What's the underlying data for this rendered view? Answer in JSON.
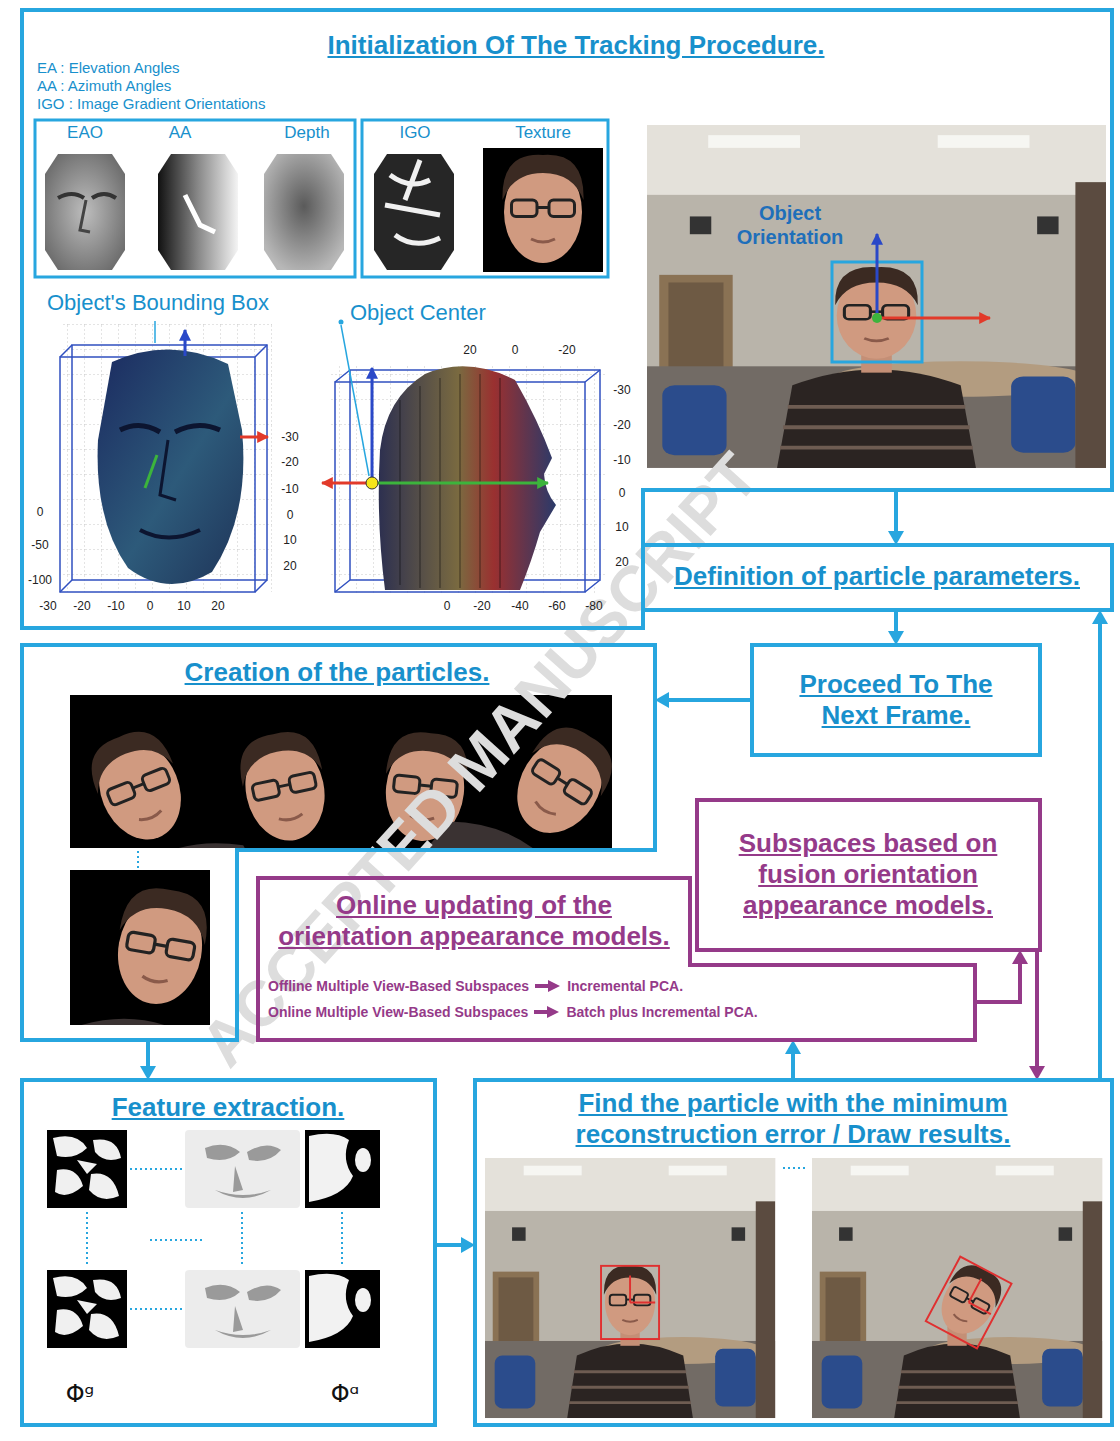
{
  "diagram": {
    "nodes": [
      {
        "text": [
          "Initialization Of The Tracking Procedure."
        ]
      },
      {
        "text": [
          "EAO",
          "AA",
          "Depth"
        ],
        "in": 0
      },
      {
        "text": [
          "IGO",
          "Texture"
        ],
        "in": 0
      },
      {
        "text": [
          "Definition of particle parameters."
        ]
      },
      {
        "text": [
          "Creation of the particles."
        ]
      },
      {
        "text": [
          "Proceed To The Next Frame."
        ]
      },
      {
        "text": [
          "Subspaces based on fusion orientation appearance models."
        ]
      },
      {
        "text": [
          "Online updating of the orientation appearance models.",
          "Offline Multiple View-Based Subspaces",
          "Incremental PCA.",
          "Online Multiple View-Based Subspaces",
          "Batch plus Incremental PCA."
        ]
      },
      {
        "text": [
          "Feature extraction.",
          "Φᵍ",
          "Φᵅ"
        ]
      },
      {
        "text": [
          "Find the particle with the minimum reconstruction error / Draw results."
        ]
      }
    ],
    "edges": [
      {
        "from": 0,
        "to": 3,
        "arrow": "to"
      },
      {
        "from": 3,
        "to": 5,
        "arrow": "to"
      },
      {
        "from": 5,
        "to": 4,
        "arrow": "to"
      },
      {
        "from": 4,
        "to": 8,
        "arrow": "to"
      },
      {
        "from": 8,
        "to": 9,
        "arrow": "to"
      },
      {
        "from": 9,
        "to": 7,
        "arrow": "to"
      },
      {
        "from": 7,
        "to": 6,
        "arrow": "to"
      },
      {
        "from": 6,
        "to": 9,
        "arrow": "to"
      },
      {
        "from": 9,
        "to": 3,
        "arrow": "to"
      }
    ],
    "labels": [
      "EA : Elevation Angles",
      "AA : Azimuth Angles",
      "IGO : Image Gradient Orientations",
      "Object Orientation",
      "Object's Bounding Box",
      "Object Center",
      "-30",
      "-20",
      "-10",
      "0",
      "10",
      "20",
      "0",
      "-50",
      "-100",
      "-30",
      "-20",
      "-10",
      "0",
      "10",
      "20",
      "20",
      "0",
      "-20",
      "-30",
      "-20",
      "-10",
      "0",
      "10",
      "20",
      "0",
      "-20",
      "-40",
      "-60",
      "-80",
      "ACCEPTED MANUSCRIPT"
    ]
  }
}
